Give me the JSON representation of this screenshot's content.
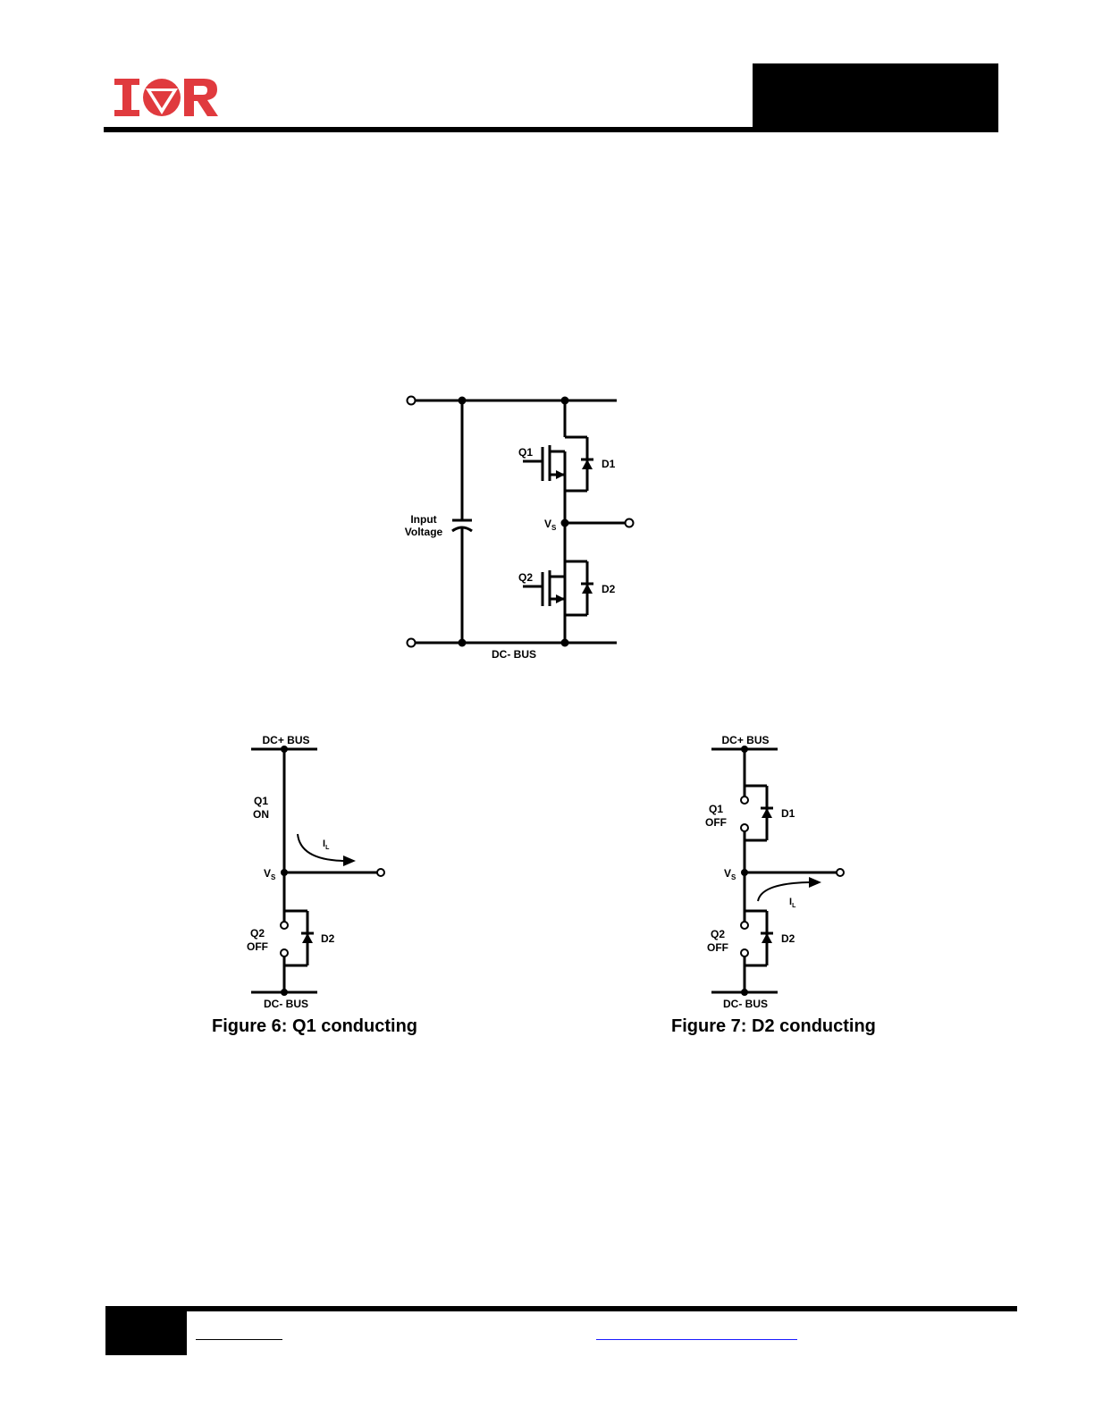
{
  "header": {
    "logo_text": "IOR",
    "brand_color": "#e03a3e"
  },
  "schematic": {
    "q1_label": "Q1",
    "q2_label": "Q2",
    "d1_label": "D1",
    "d2_label": "D2",
    "input_label_line1": "Input",
    "input_label_line2": "Voltage",
    "vs_label_main": "V",
    "vs_label_sub": "S",
    "dc_minus_label": "DC- BUS"
  },
  "figure6": {
    "dc_plus_label": "DC+ BUS",
    "dc_minus_label": "DC- BUS",
    "q1_label": "Q1",
    "q1_state": "ON",
    "q2_label": "Q2",
    "q2_state": "OFF",
    "d2_label": "D2",
    "vs_main": "V",
    "vs_sub": "S",
    "il_main": "I",
    "il_sub": "L",
    "caption": "Figure 6: Q1 conducting"
  },
  "figure7": {
    "dc_plus_label": "DC+ BUS",
    "dc_minus_label": "DC- BUS",
    "q1_label": "Q1",
    "q1_state": "OFF",
    "q2_label": "Q2",
    "q2_state": "OFF",
    "d1_label": "D1",
    "d2_label": "D2",
    "vs_main": "V",
    "vs_sub": "S",
    "il_main": "I",
    "il_sub": "L",
    "caption": "Figure 7: D2 conducting"
  }
}
